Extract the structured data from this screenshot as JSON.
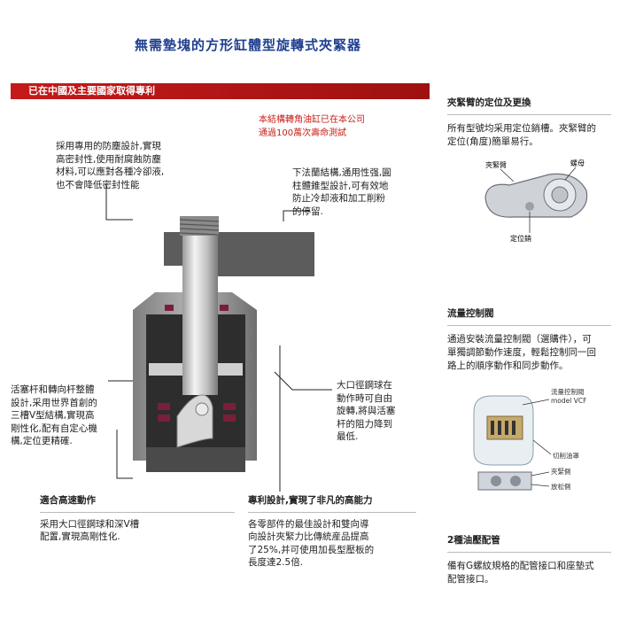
{
  "title": "無需墊塊的方形缸體型旋轉式夾緊器",
  "banner": "已在中國及主要國家取得專利",
  "red_note": {
    "line1": "本結構轉角油缸已在本公司",
    "line2": "通過100萬次壽命測試"
  },
  "notes": {
    "seal": [
      "採用專用的防塵設計,實現",
      "高密封性,使用耐腐蝕防塵",
      "材料,可以應對各種冷卻液,",
      "也不會降低密封性能"
    ],
    "flange": [
      "下法蘭結構,通用性强,圓",
      "柱體錐型設計,可有效地",
      "防止冷却液和加工削粉",
      "的停留."
    ],
    "piston": [
      "活塞杆和轉向杆整體",
      "設計,采用世界首創的",
      "三槽V型結構,實現高",
      "剛性化,配有自定心機",
      "構,定位更精確."
    ],
    "ball": [
      "大口徑鋼球在",
      "動作時可自由",
      "旋轉,將與活塞",
      "杆的阻力降到",
      "最低."
    ]
  },
  "bottom_left": {
    "heading": "適合高速動作",
    "text": [
      "采用大口徑鋼球和深V槽",
      "配置,實現高剛性化."
    ]
  },
  "bottom_mid": {
    "heading": "專利設計,實現了非凡的高能力",
    "text": [
      "各零部件的最佳設計和雙向導",
      "向設計夾緊力比傳統産品提高",
      "了25%,并可使用加長型壓板的",
      "長度達2.5倍."
    ]
  },
  "right": {
    "s1": {
      "heading": "夾緊臂的定位及更換",
      "text": [
        "所有型號均采用定位銷槽。夾緊臂的",
        "定位(角度)簡單易行。"
      ],
      "labels": {
        "arm": "夾緊臂",
        "nut": "螺母",
        "pin": "定位銷"
      }
    },
    "s2": {
      "heading": "流量控制閥",
      "text": [
        "通過安裝流量控制閥（選購件），可",
        "單獨調節動作速度，輕鬆控制同一回",
        "路上的順序動作和同步動作。"
      ],
      "labels": {
        "valve1": "流量控制閥",
        "valve2": "model VCF",
        "cut": "切削油罩",
        "clamp": "夾緊側",
        "release": "放松側"
      }
    },
    "s3": {
      "heading": "2種油壓配管",
      "text": [
        "備有G螺紋規格的配管接口和座墊式",
        "配管接口。"
      ]
    }
  },
  "colors": {
    "brand_blue": "#1f3f8f",
    "banner_red": "#c51a1a",
    "note_red": "#c8201a"
  }
}
